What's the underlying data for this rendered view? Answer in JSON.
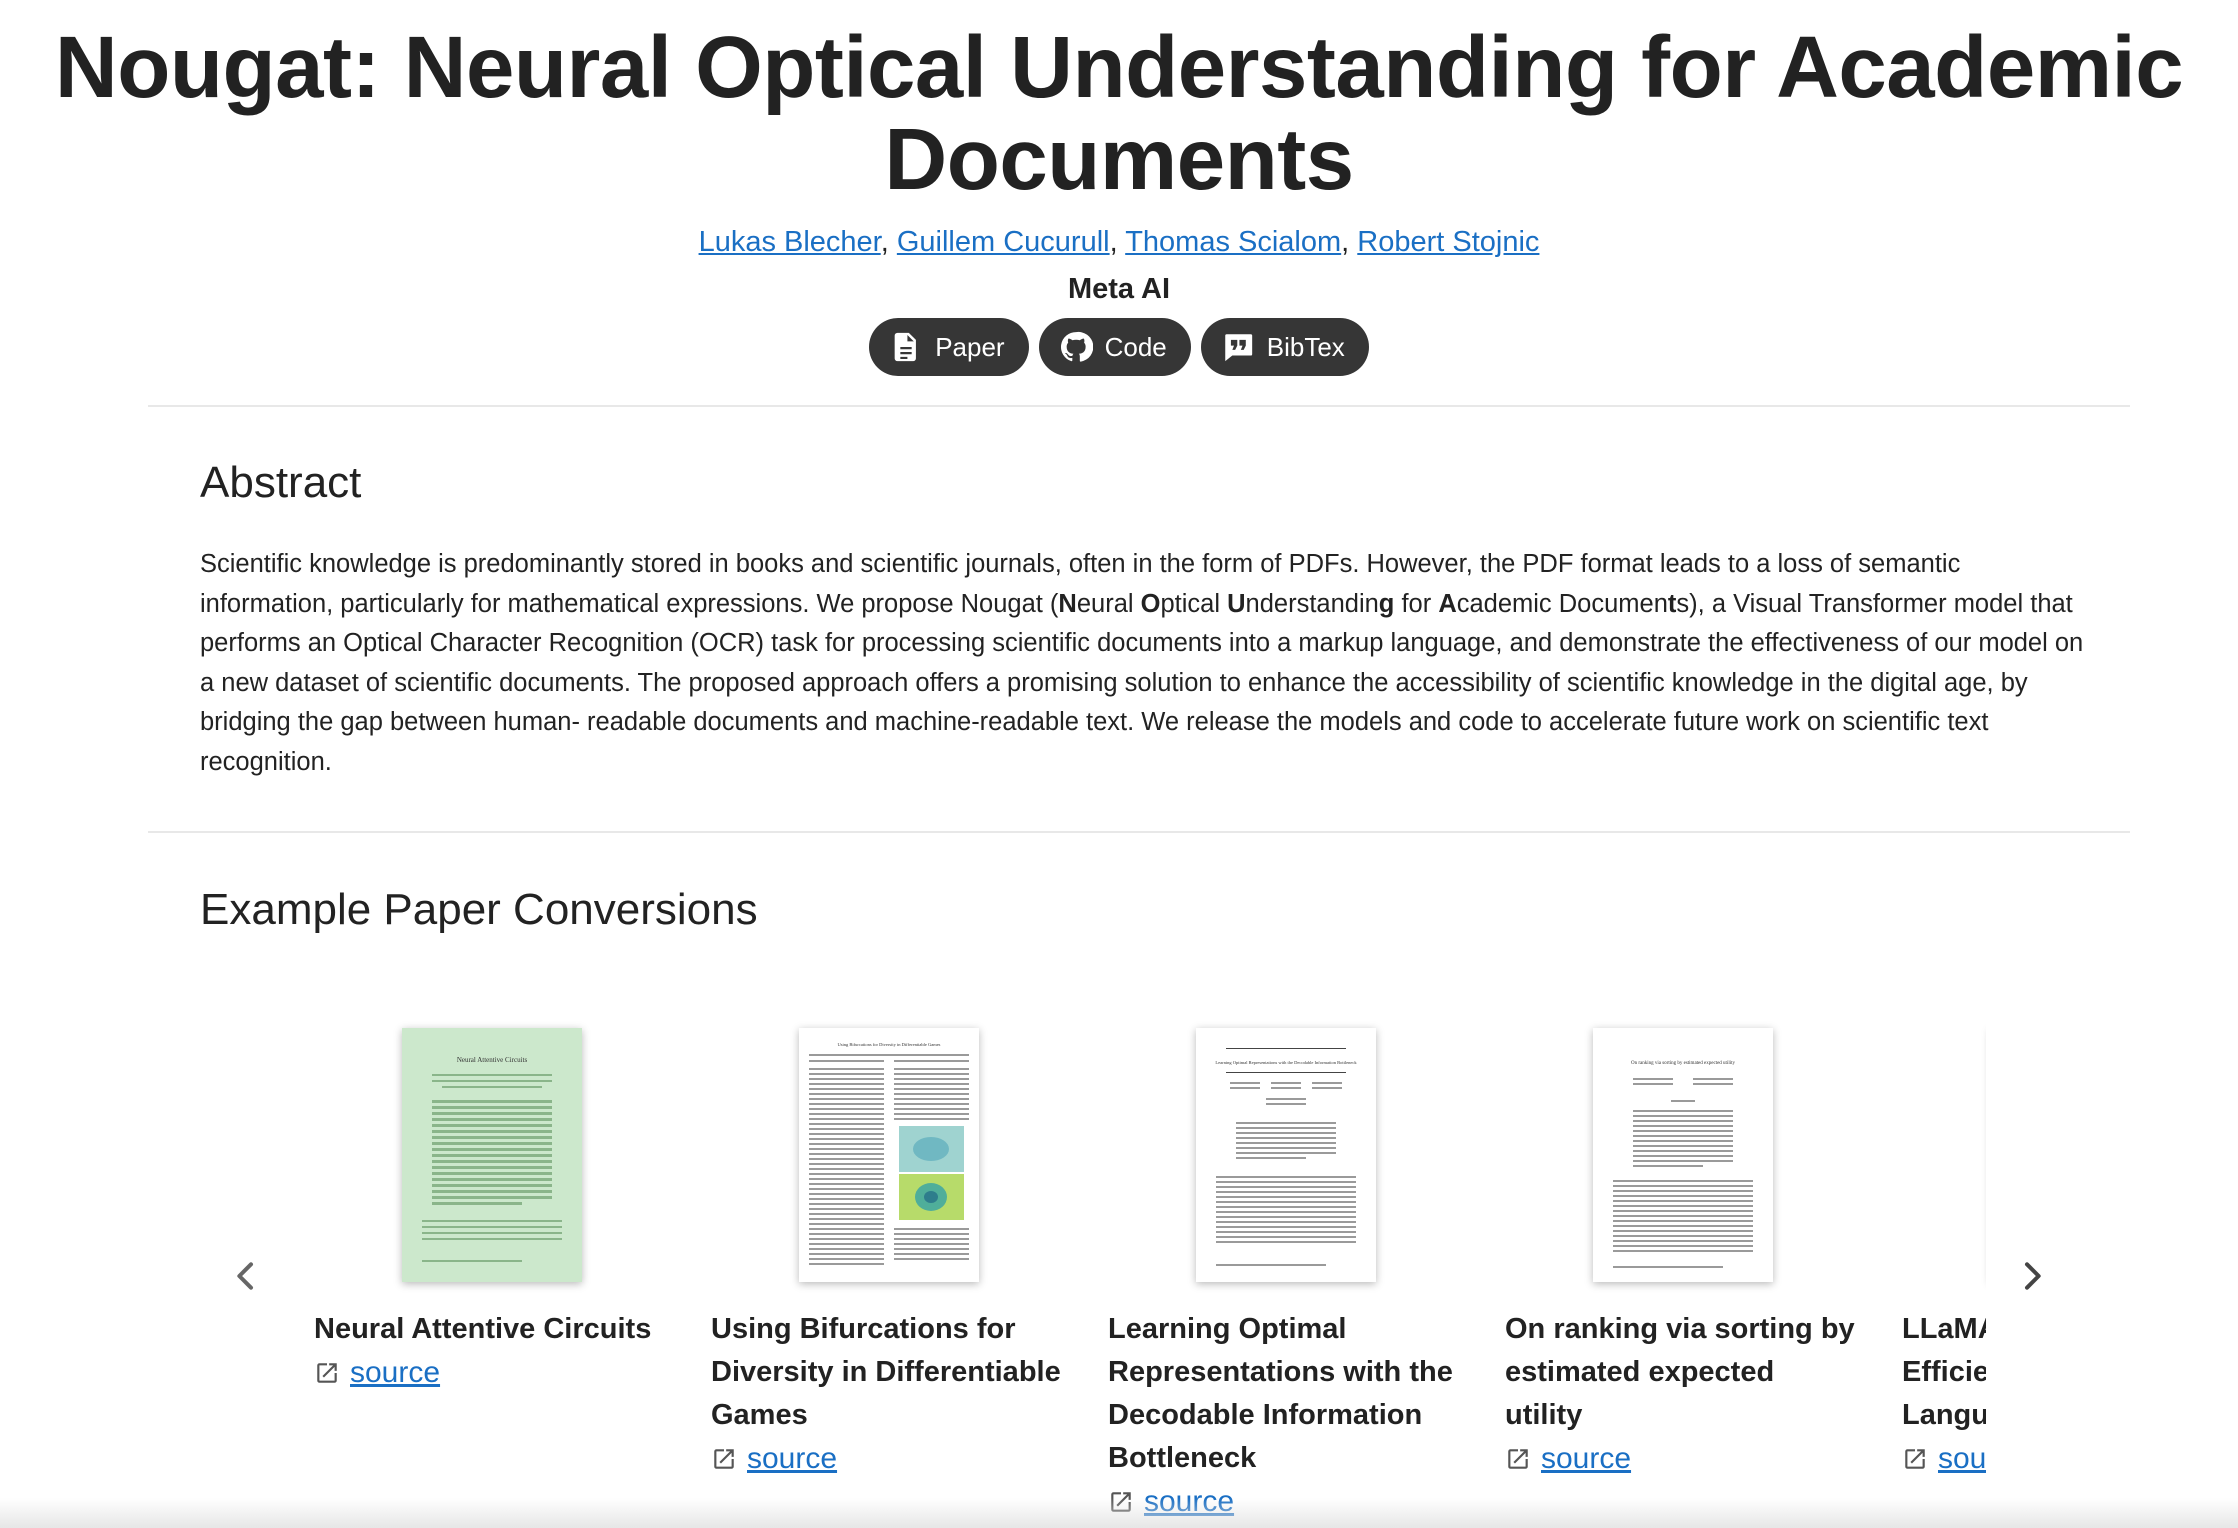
{
  "header": {
    "title": "Nougat: Neural Optical Understanding for Academic Documents",
    "authors": [
      "Lukas Blecher",
      "Guillem Cucurull",
      "Thomas Scialom",
      "Robert Stojnic"
    ],
    "affiliation": "Meta AI",
    "buttons": [
      {
        "label": "Paper",
        "icon": "document-icon"
      },
      {
        "label": "Code",
        "icon": "github-icon"
      },
      {
        "label": "BibTex",
        "icon": "quote-icon"
      }
    ]
  },
  "abstract": {
    "heading": "Abstract",
    "text_1": "Scientific knowledge is predominantly stored in books and scientific journals, often in the form of PDFs. However, the PDF format leads to a loss of semantic information, particularly for mathematical expressions. We propose Nougat (",
    "text_2": "), a Visual Transformer model that performs an Optical Character Recognition (OCR) task for processing scientific documents into a markup language, and demonstrate the effectiveness of our model on a new dataset of scientific documents. The proposed approach offers a promising solution to enhance the accessibility of scientific knowledge in the digital age, by bridging the gap between human- readable documents and machine-readable text. We release the models and code to accelerate future work on scientific text recognition.",
    "acronym_parts": [
      {
        "bold": "N",
        "rest": "eural "
      },
      {
        "bold": "O",
        "rest": "ptical "
      },
      {
        "bold": "U",
        "rest": "nderstandin"
      },
      {
        "bold": "g",
        "rest": " for "
      },
      {
        "bold": "A",
        "rest": "cademic Documen"
      },
      {
        "bold": "t",
        "rest": "s"
      }
    ]
  },
  "examples": {
    "heading": "Example Paper Conversions",
    "link_label": "source",
    "cards": [
      {
        "title": "Neural Attentive Circuits",
        "thumb_title": "Neural Attentive Circuits"
      },
      {
        "title": "Using Bifurcations for Diversity in Differentiable Games",
        "thumb_title": "Using Bifurcations for Diversity in Differentiable Games"
      },
      {
        "title": "Learning Optimal Representations with the Decodable Information Bottleneck",
        "thumb_title": "Learning Optimal Representations with the Decodable Information Bottleneck"
      },
      {
        "title": "On ranking via sorting by estimated expected utility",
        "thumb_title": "On ranking via sorting by estimated expected utility"
      },
      {
        "title": "LLaMA: Open and Efficient Foundation Language Models",
        "thumb_title": ""
      }
    ]
  },
  "colors": {
    "link": "#1a6fc4",
    "button_bg": "#363636",
    "thumb_green": "#cce8cc"
  }
}
